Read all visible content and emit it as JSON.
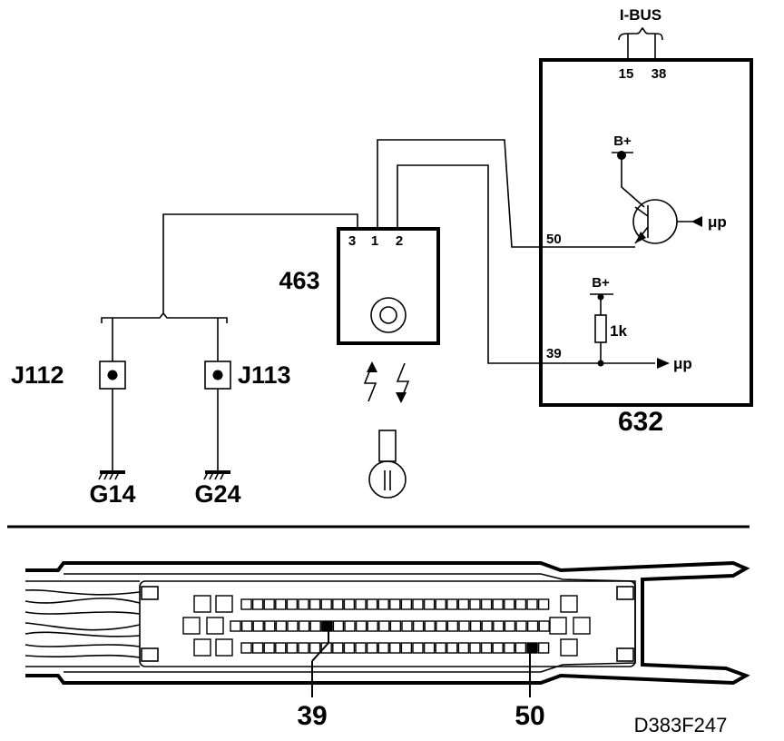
{
  "figure_id": "D383F247",
  "schematic": {
    "ibus_label": "I-BUS",
    "module_632": {
      "label": "632",
      "pins": {
        "top_left": "15",
        "top_right": "38",
        "transistor": "50",
        "resistor": "39"
      },
      "supply_top": "B+",
      "supply_bottom": "B+",
      "resistor_value": "1k",
      "uc_top": "μp",
      "uc_bottom": "μp"
    },
    "module_463": {
      "label": "463",
      "pins": [
        "3",
        "1",
        "2"
      ]
    },
    "connectors": [
      "J112",
      "J113"
    ],
    "grounds": [
      "G14",
      "G24"
    ]
  },
  "connector_view": {
    "pin_labels": [
      "39",
      "50"
    ]
  },
  "colors": {
    "ink": "#000000",
    "paper": "#ffffff"
  }
}
